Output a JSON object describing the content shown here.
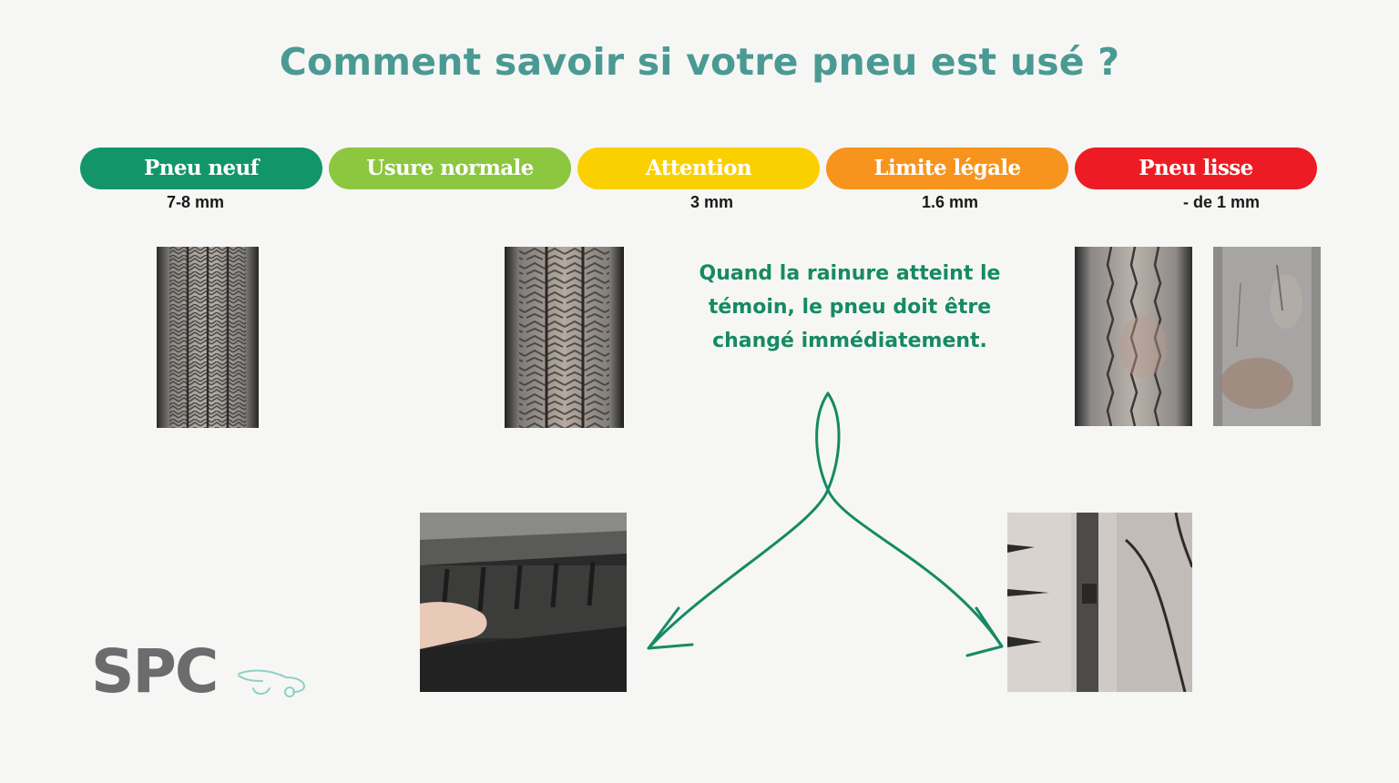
{
  "title": "Comment savoir si votre pneu est usé ?",
  "stages": [
    {
      "label": "Pneu neuf",
      "depth": "7-8 mm",
      "color": "#13956a"
    },
    {
      "label": "Usure normale",
      "depth": "",
      "color": "#8dc63f"
    },
    {
      "label": "Attention",
      "depth": "3 mm",
      "color": "#fbd000"
    },
    {
      "label": "Limite légale",
      "depth": "1.6 mm",
      "color": "#f7941d"
    },
    {
      "label": "Pneu lisse",
      "depth": "- de 1 mm",
      "color": "#ed1c24"
    }
  ],
  "note": "Quand la rainure atteint le témoin, le pneu doit être changé immédiatement.",
  "logo": "SPC",
  "colors": {
    "title": "#4a9a93",
    "note": "#168a63",
    "arrows": "#168a63",
    "logo": "#6b6c6e",
    "logo_car": "#8fcfc7",
    "background": "#f6f7f4"
  },
  "images": [
    {
      "name": "new-tire-tread-photo",
      "wear": 0.0
    },
    {
      "name": "normal-wear-tire-tread-photo",
      "wear": 0.25
    },
    {
      "name": "legal-limit-tire-tread-photo",
      "wear": 0.7
    },
    {
      "name": "bald-tire-tread-photo",
      "wear": 1.0
    },
    {
      "name": "wear-indicator-sidewall-photo"
    },
    {
      "name": "wear-indicator-groove-photo"
    }
  ]
}
